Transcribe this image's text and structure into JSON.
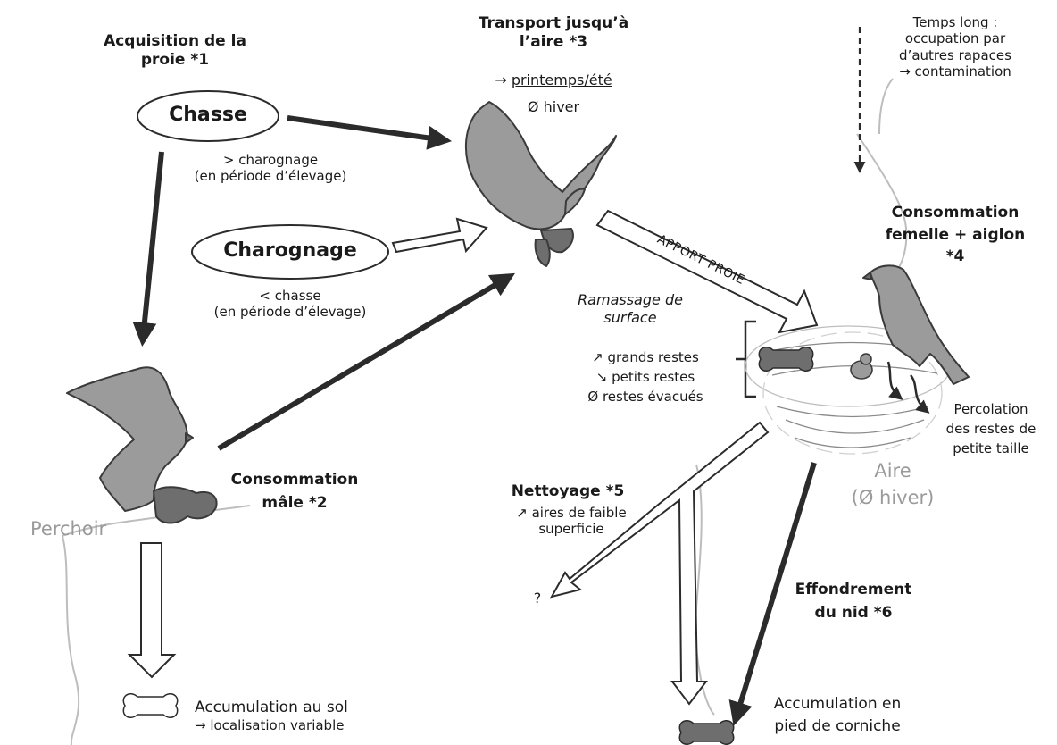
{
  "steps": {
    "acquisition": {
      "title_line1": "Acquisition de la",
      "title_line2": "proie *1"
    },
    "chasse": {
      "label": "Chasse",
      "note_line1": "> charognage",
      "note_line2": "(en période d’élevage)"
    },
    "charognage": {
      "label": "Charognage",
      "note_line1": "< chasse",
      "note_line2": "(en période d’élevage)"
    },
    "transport": {
      "title_line1": "Transport jusqu’à",
      "title_line2": "l’aire *3",
      "season_arrow": "→",
      "season_underlined": "printemps/été",
      "winter": "Ø hiver"
    },
    "temps_long": {
      "line1": "Temps long :",
      "line2": "occupation par",
      "line3": "d’autres rapaces",
      "line4": "→ contamination"
    },
    "consommation_femelle": {
      "line1": "Consommation",
      "line2": "femelle + aiglon",
      "line3": "*4"
    },
    "apport": {
      "label": "APPORT PROIE"
    },
    "ramassage": {
      "title_line1": "Ramassage de",
      "title_line2": "surface",
      "item1": "↗ grands restes",
      "item2": "↘ petits restes",
      "item3": "Ø restes évacués"
    },
    "percolation": {
      "line1": "Percolation",
      "line2": "des restes de",
      "line3": "petite taille"
    },
    "aire": {
      "line1": "Aire",
      "line2": "(Ø hiver)"
    },
    "consommation_male": {
      "line1": "Consommation",
      "line2": "mâle *2"
    },
    "perchoir": {
      "label": "Perchoir"
    },
    "nettoyage": {
      "title": "Nettoyage *5",
      "line1": "↗ aires de faible",
      "line2": "superficie",
      "unknown": "?"
    },
    "effondrement": {
      "line1": "Effondrement",
      "line2": "du nid *6"
    },
    "accumulation_sol": {
      "line1": "Accumulation au sol",
      "line2": "→ localisation variable"
    },
    "accumulation_corniche": {
      "line1": "Accumulation en",
      "line2": "pied de corniche"
    }
  },
  "icons": [
    "eagle-flying-icon",
    "eagle-perched-nest-icon",
    "eagle-perched-male-icon",
    "bone-icon",
    "eaglet-icon",
    "nest-icon"
  ],
  "colors": {
    "dark_arrow": "#2b2b2b",
    "bird_fill": "#9b9b9b",
    "prey_fill": "#6e6e6e",
    "light_gray_text": "#9a9a9a",
    "bone_gray": "#6e6e6e"
  }
}
